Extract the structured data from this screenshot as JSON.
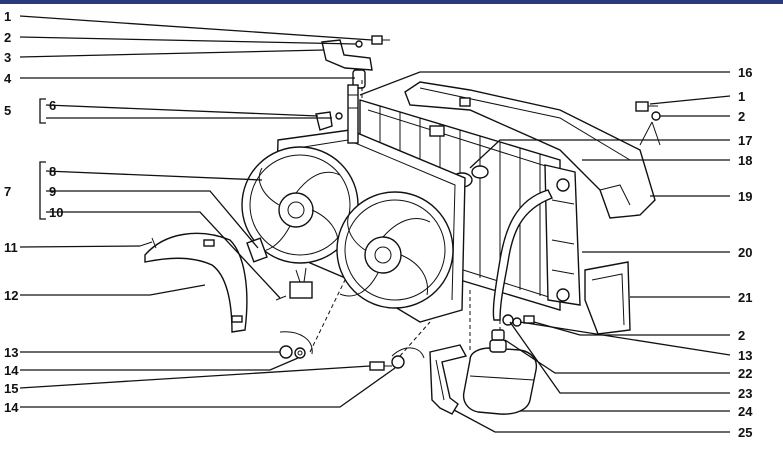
{
  "watermark": "soft",
  "labels_left": [
    {
      "id": "l1",
      "text": "1"
    },
    {
      "id": "l2",
      "text": "2"
    },
    {
      "id": "l3",
      "text": "3"
    },
    {
      "id": "l4",
      "text": "4"
    },
    {
      "id": "l5",
      "text": "5"
    },
    {
      "id": "l6",
      "text": "6"
    },
    {
      "id": "l7",
      "text": "7"
    },
    {
      "id": "l8",
      "text": "8"
    },
    {
      "id": "l9",
      "text": "9"
    },
    {
      "id": "l10",
      "text": "10"
    },
    {
      "id": "l11",
      "text": "11"
    },
    {
      "id": "l12",
      "text": "12"
    },
    {
      "id": "l13",
      "text": "13"
    },
    {
      "id": "l14a",
      "text": "14"
    },
    {
      "id": "l15",
      "text": "15"
    },
    {
      "id": "l14b",
      "text": "14"
    }
  ],
  "labels_right": [
    {
      "id": "r16",
      "text": "16"
    },
    {
      "id": "r1",
      "text": "1"
    },
    {
      "id": "r2a",
      "text": "2"
    },
    {
      "id": "r17",
      "text": "17"
    },
    {
      "id": "r18",
      "text": "18"
    },
    {
      "id": "r19",
      "text": "19"
    },
    {
      "id": "r20",
      "text": "20"
    },
    {
      "id": "r21",
      "text": "21"
    },
    {
      "id": "r2b",
      "text": "2"
    },
    {
      "id": "r13",
      "text": "13"
    },
    {
      "id": "r22",
      "text": "22"
    },
    {
      "id": "r23",
      "text": "23"
    },
    {
      "id": "r24",
      "text": "24"
    },
    {
      "id": "r25",
      "text": "25"
    }
  ]
}
